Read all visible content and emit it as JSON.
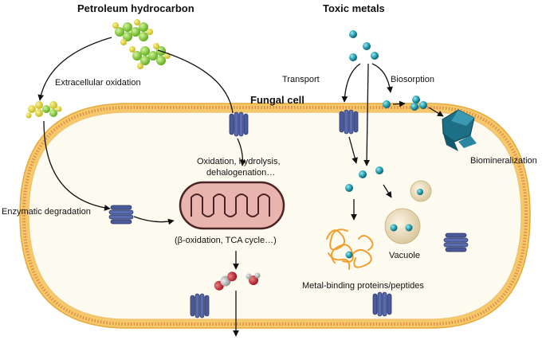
{
  "titles": {
    "petroleum": "Petroleum hydrocarbon",
    "toxic_metals": "Toxic metals",
    "fungal_cell": "Fungal cell"
  },
  "labels": {
    "extracellular_oxidation": "Extracellular oxidation",
    "enzymatic_degradation": "Enzymatic degradation",
    "oxidation_line1": "Oxidation, hydrolysis,",
    "oxidation_line2": "dehalogenation…",
    "beta_oxidation": "(β-oxidation, TCA cycle…)",
    "transport": "Transport",
    "biosorption": "Biosorption",
    "biomineralization": "Biomineralization",
    "vacuole": "Vacuole",
    "metal_binding": "Metal-binding proteins/peptides"
  },
  "colors": {
    "membrane": "#f5c96a",
    "membrane_edge": "#e6a93a",
    "cytoplasm": "#fdfaf0",
    "transporter": "#4a5a9a",
    "mitochondrion": "#e9b3ae",
    "mitochondrion_edge": "#4a2424",
    "metal_ion": "#2aa6b8",
    "hydrocarbon_green": "#7ccf2a",
    "hydrocarbon_yellow": "#e0d62a",
    "mineral": "#1d6f85",
    "vacuole": "#f0e4c8",
    "protein": "#f0a030",
    "co2_red": "#c0303a",
    "co2_grey": "#b8b8b8"
  },
  "icons": [
    "hydrocarbon-molecule-icon",
    "transporter-protein-icon",
    "mitochondrion-icon",
    "metal-ion-icon",
    "mineral-crystal-icon",
    "vacuole-icon",
    "metal-binding-protein-icon",
    "co2-molecule-icon",
    "water-molecule-icon"
  ]
}
